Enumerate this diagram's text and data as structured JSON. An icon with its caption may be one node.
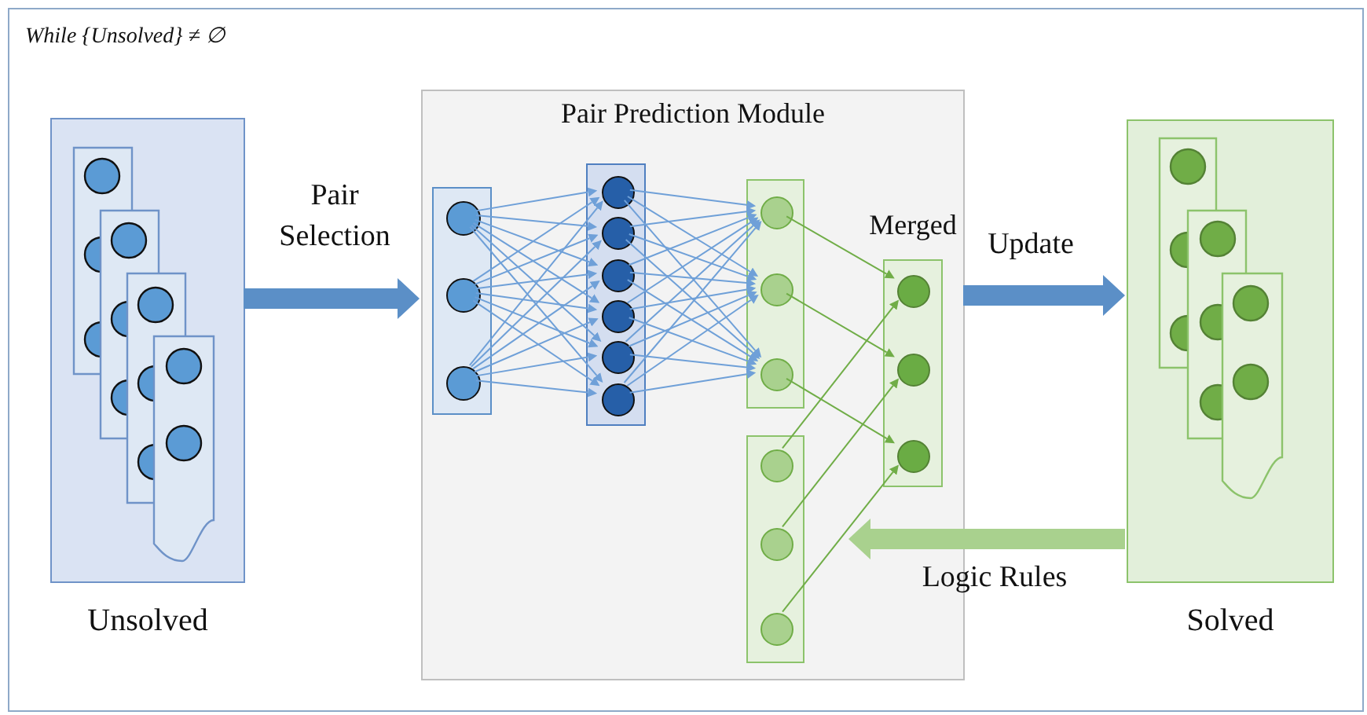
{
  "diagram": {
    "nodes": [
      {
        "text": [
          "While {Unsolved} ≠ ∅"
        ]
      },
      {
        "text": [
          "Unsolved"
        ],
        "in": 0
      },
      {
        "text": [
          "Pair Prediction Module"
        ],
        "in": 0
      },
      {
        "text": [
          "Solved"
        ],
        "in": 0
      },
      {
        "text": [],
        "shape": "box",
        "in": 2
      },
      {
        "text": [],
        "shape": "box",
        "in": 2
      },
      {
        "text": [],
        "shape": "box",
        "in": 2
      },
      {
        "text": [],
        "shape": "box",
        "in": 2
      },
      {
        "text": [
          "Merged"
        ],
        "in": 2
      },
      {
        "text": [],
        "shape": "circle",
        "in": 4
      },
      {
        "text": [],
        "shape": "circle",
        "in": 4
      },
      {
        "text": [],
        "shape": "circle",
        "in": 4
      },
      {
        "text": [],
        "shape": "circle",
        "in": 5
      },
      {
        "text": [],
        "shape": "circle",
        "in": 5
      },
      {
        "text": [],
        "shape": "circle",
        "in": 5
      },
      {
        "text": [],
        "shape": "circle",
        "in": 5
      },
      {
        "text": [],
        "shape": "circle",
        "in": 5
      },
      {
        "text": [],
        "shape": "circle",
        "in": 5
      },
      {
        "text": [],
        "shape": "circle",
        "in": 6
      },
      {
        "text": [],
        "shape": "circle",
        "in": 6
      },
      {
        "text": [],
        "shape": "circle",
        "in": 6
      },
      {
        "text": [],
        "shape": "circle",
        "in": 7
      },
      {
        "text": [],
        "shape": "circle",
        "in": 7
      },
      {
        "text": [],
        "shape": "circle",
        "in": 7
      },
      {
        "text": [],
        "shape": "circle",
        "in": 8
      },
      {
        "text": [],
        "shape": "circle",
        "in": 8
      },
      {
        "text": [],
        "shape": "circle",
        "in": 8
      }
    ],
    "edges": [
      {
        "from": 1,
        "to": 2,
        "arrow": "to",
        "label": "Pair Selection",
        "style": "thick"
      },
      {
        "from": 2,
        "to": 3,
        "arrow": "to",
        "label": "Update",
        "style": "thick"
      },
      {
        "from": 3,
        "to": 2,
        "arrow": "to",
        "label": "Logic Rules",
        "style": "thick",
        "color": "#a9d18e"
      },
      {
        "from": 9,
        "to": 12,
        "arrow": "to"
      },
      {
        "from": 9,
        "to": 13,
        "arrow": "to"
      },
      {
        "from": 9,
        "to": 14,
        "arrow": "to"
      },
      {
        "from": 9,
        "to": 15,
        "arrow": "to"
      },
      {
        "from": 9,
        "to": 16,
        "arrow": "to"
      },
      {
        "from": 9,
        "to": 17,
        "arrow": "to"
      },
      {
        "from": 10,
        "to": 12,
        "arrow": "to"
      },
      {
        "from": 10,
        "to": 13,
        "arrow": "to"
      },
      {
        "from": 10,
        "to": 14,
        "arrow": "to"
      },
      {
        "from": 10,
        "to": 15,
        "arrow": "to"
      },
      {
        "from": 10,
        "to": 16,
        "arrow": "to"
      },
      {
        "from": 10,
        "to": 17,
        "arrow": "to"
      },
      {
        "from": 11,
        "to": 12,
        "arrow": "to"
      },
      {
        "from": 11,
        "to": 13,
        "arrow": "to"
      },
      {
        "from": 11,
        "to": 14,
        "arrow": "to"
      },
      {
        "from": 11,
        "to": 15,
        "arrow": "to"
      },
      {
        "from": 11,
        "to": 16,
        "arrow": "to"
      },
      {
        "from": 11,
        "to": 17,
        "arrow": "to"
      },
      {
        "from": 12,
        "to": 18,
        "arrow": "to"
      },
      {
        "from": 12,
        "to": 19,
        "arrow": "to"
      },
      {
        "from": 12,
        "to": 20,
        "arrow": "to"
      },
      {
        "from": 13,
        "to": 18,
        "arrow": "to"
      },
      {
        "from": 13,
        "to": 19,
        "arrow": "to"
      },
      {
        "from": 13,
        "to": 20,
        "arrow": "to"
      },
      {
        "from": 14,
        "to": 18,
        "arrow": "to"
      },
      {
        "from": 14,
        "to": 19,
        "arrow": "to"
      },
      {
        "from": 14,
        "to": 20,
        "arrow": "to"
      },
      {
        "from": 15,
        "to": 18,
        "arrow": "to"
      },
      {
        "from": 15,
        "to": 19,
        "arrow": "to"
      },
      {
        "from": 15,
        "to": 20,
        "arrow": "to"
      },
      {
        "from": 16,
        "to": 18,
        "arrow": "to"
      },
      {
        "from": 16,
        "to": 19,
        "arrow": "to"
      },
      {
        "from": 16,
        "to": 20,
        "arrow": "to"
      },
      {
        "from": 17,
        "to": 18,
        "arrow": "to"
      },
      {
        "from": 17,
        "to": 19,
        "arrow": "to"
      },
      {
        "from": 17,
        "to": 20,
        "arrow": "to"
      },
      {
        "from": 18,
        "to": 24,
        "arrow": "to",
        "color": "#70ad47"
      },
      {
        "from": 19,
        "to": 25,
        "arrow": "to",
        "color": "#70ad47"
      },
      {
        "from": 20,
        "to": 26,
        "arrow": "to",
        "color": "#70ad47"
      },
      {
        "from": 21,
        "to": 24,
        "arrow": "to",
        "color": "#70ad47"
      },
      {
        "from": 22,
        "to": 25,
        "arrow": "to",
        "color": "#70ad47"
      },
      {
        "from": 23,
        "to": 26,
        "arrow": "to",
        "color": "#70ad47"
      }
    ]
  }
}
